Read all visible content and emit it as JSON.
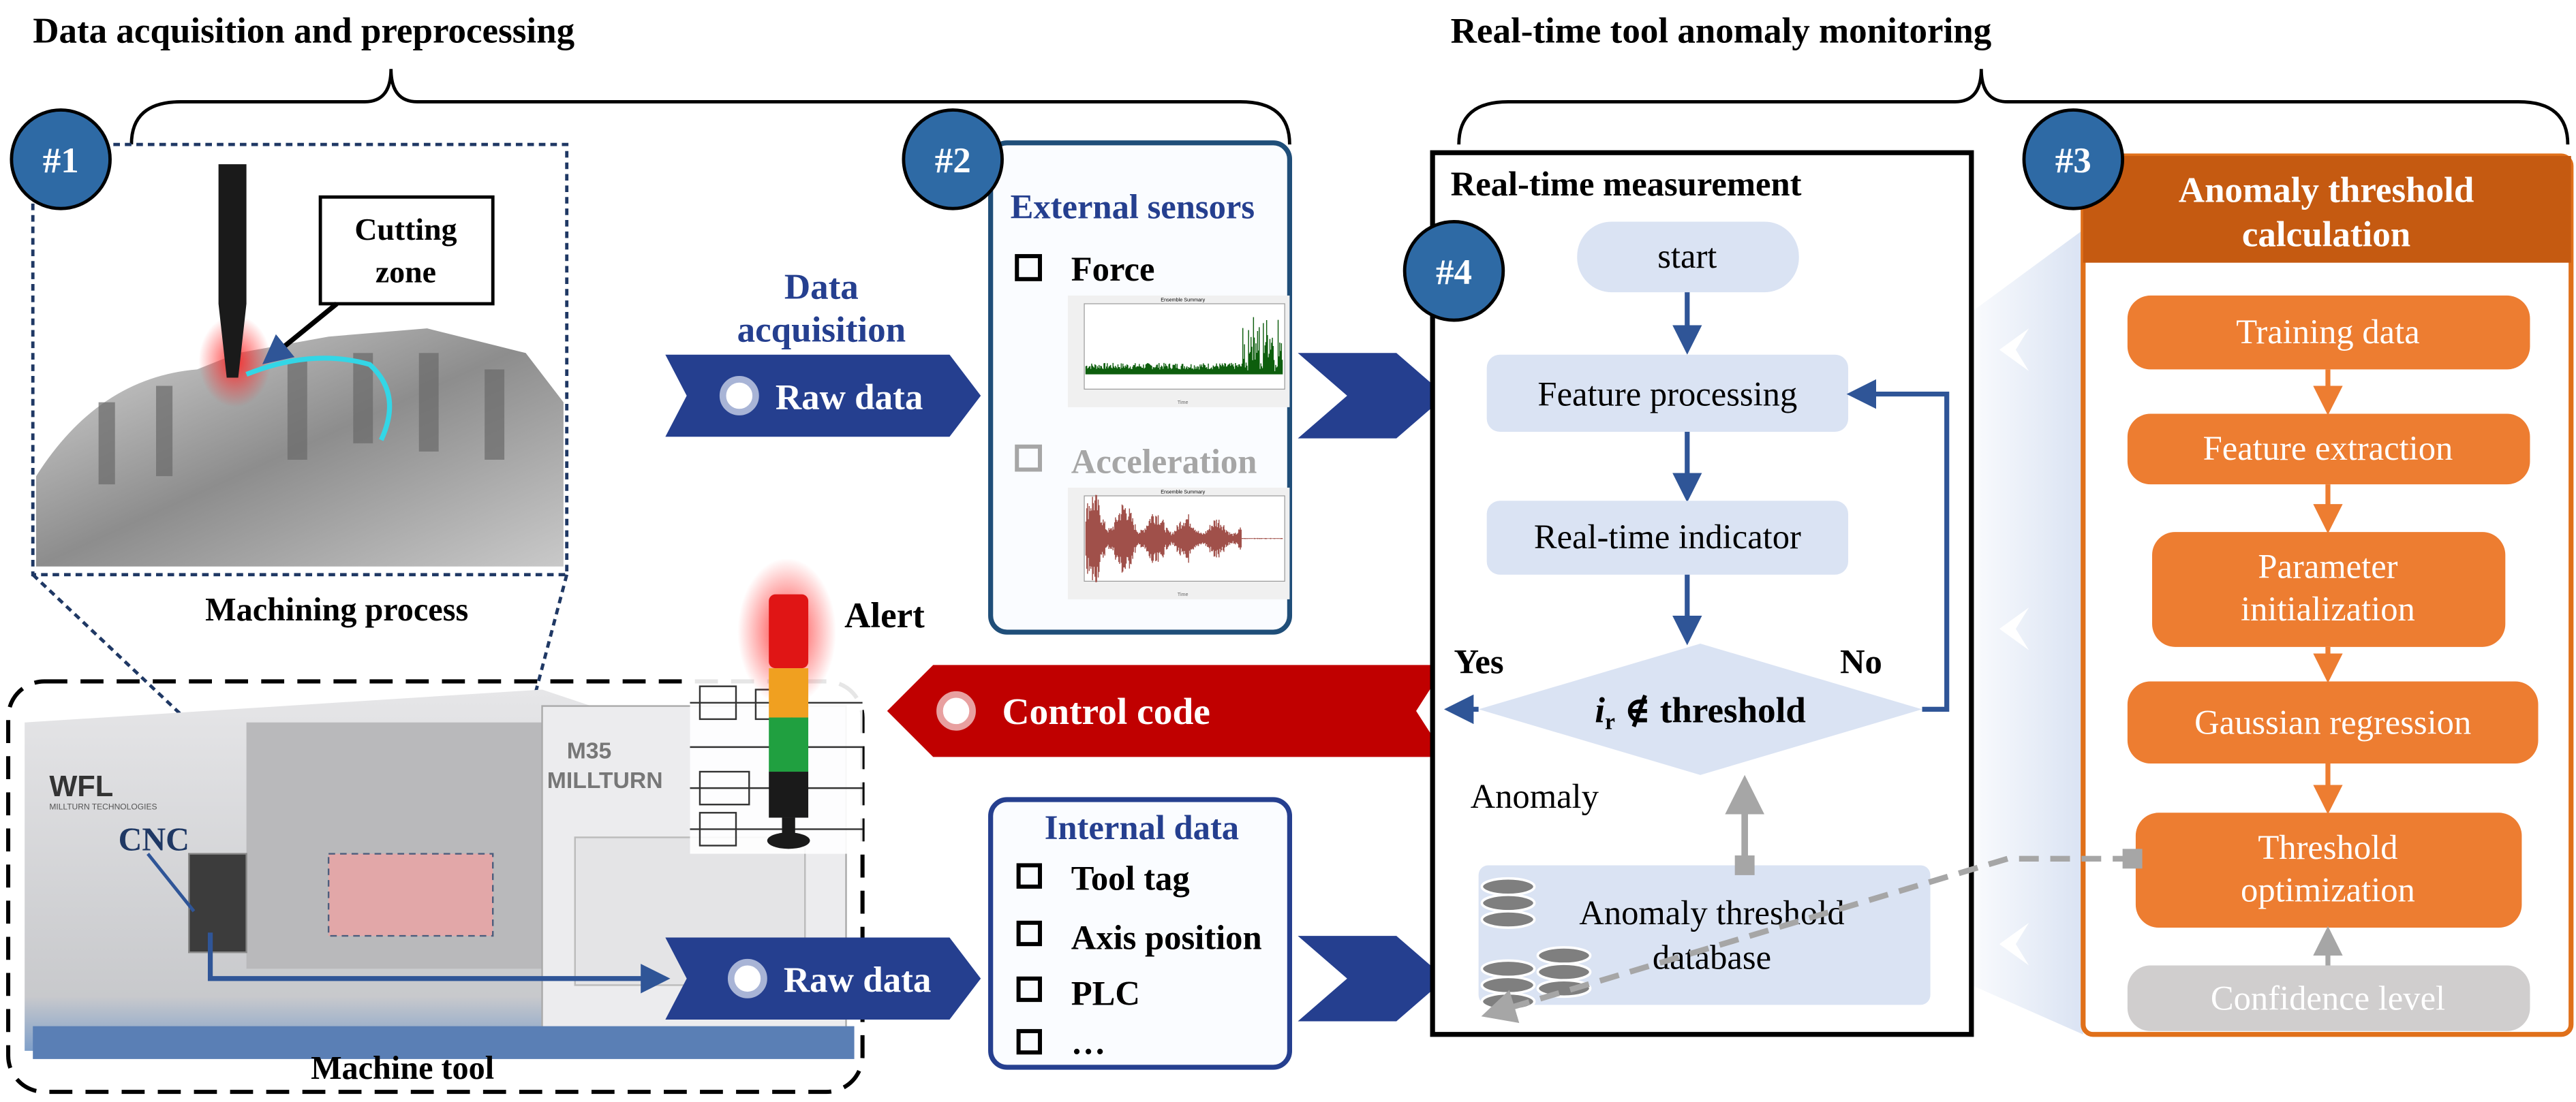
{
  "sections": {
    "left_title": "Data acquisition and preprocessing",
    "right_title": "Real-time tool anomaly monitoring"
  },
  "badges": [
    "#1",
    "#2",
    "#3",
    "#4"
  ],
  "machining": {
    "cutting_zone": [
      "Cutting",
      "zone"
    ],
    "caption": "Machining process"
  },
  "machine": {
    "brand": "WFL",
    "brand_sub": "MILLTURN TECHNOLOGIES",
    "model": [
      "M35",
      "MILLTURN"
    ],
    "cnc_label": "CNC",
    "caption": "Machine tool",
    "alert_label": "Alert"
  },
  "acquisition": {
    "title": [
      "Data",
      "acquisition"
    ],
    "raw_data_top": "Raw data",
    "raw_data_bottom": "Raw data",
    "control_code": "Control code"
  },
  "external_sensors": {
    "title": "External sensors",
    "items": [
      {
        "label": "Force",
        "active": true,
        "chart_title": "Ensemble Summary",
        "xlabel": "Time",
        "color": "#0d5e0d"
      },
      {
        "label": "Acceleration",
        "active": false,
        "chart_title": "Ensemble Summary",
        "xlabel": "Time",
        "color": "#a0504a"
      }
    ]
  },
  "internal_data": {
    "title": "Internal data",
    "items": [
      "Tool tag",
      "Axis position",
      "PLC",
      "…"
    ]
  },
  "realtime": {
    "title": "Real-time measurement",
    "start": "start",
    "feature_processing": "Feature processing",
    "indicator": "Real-time indicator",
    "condition_var": "i",
    "condition_sub": "r",
    "condition_rest": " ∉ threshold",
    "yes": "Yes",
    "no": "No",
    "anomaly": "Anomaly",
    "database": [
      "Anomaly threshold",
      "database"
    ]
  },
  "threshold_calc": {
    "title": [
      "Anomaly threshold",
      "calculation"
    ],
    "steps": [
      [
        "Training data"
      ],
      [
        "Feature extraction"
      ],
      [
        "Parameter",
        "initialization"
      ],
      [
        "Gaussian regression"
      ],
      [
        "Threshold",
        "optimization"
      ],
      [
        "Confidence level"
      ]
    ]
  },
  "colors": {
    "navy": "#253f8f",
    "badge": "#2e6aa5",
    "red": "#c00000",
    "orange": "#ed7d31",
    "orange_dark": "#c55a11",
    "flow_fill": "#dae3f3"
  }
}
